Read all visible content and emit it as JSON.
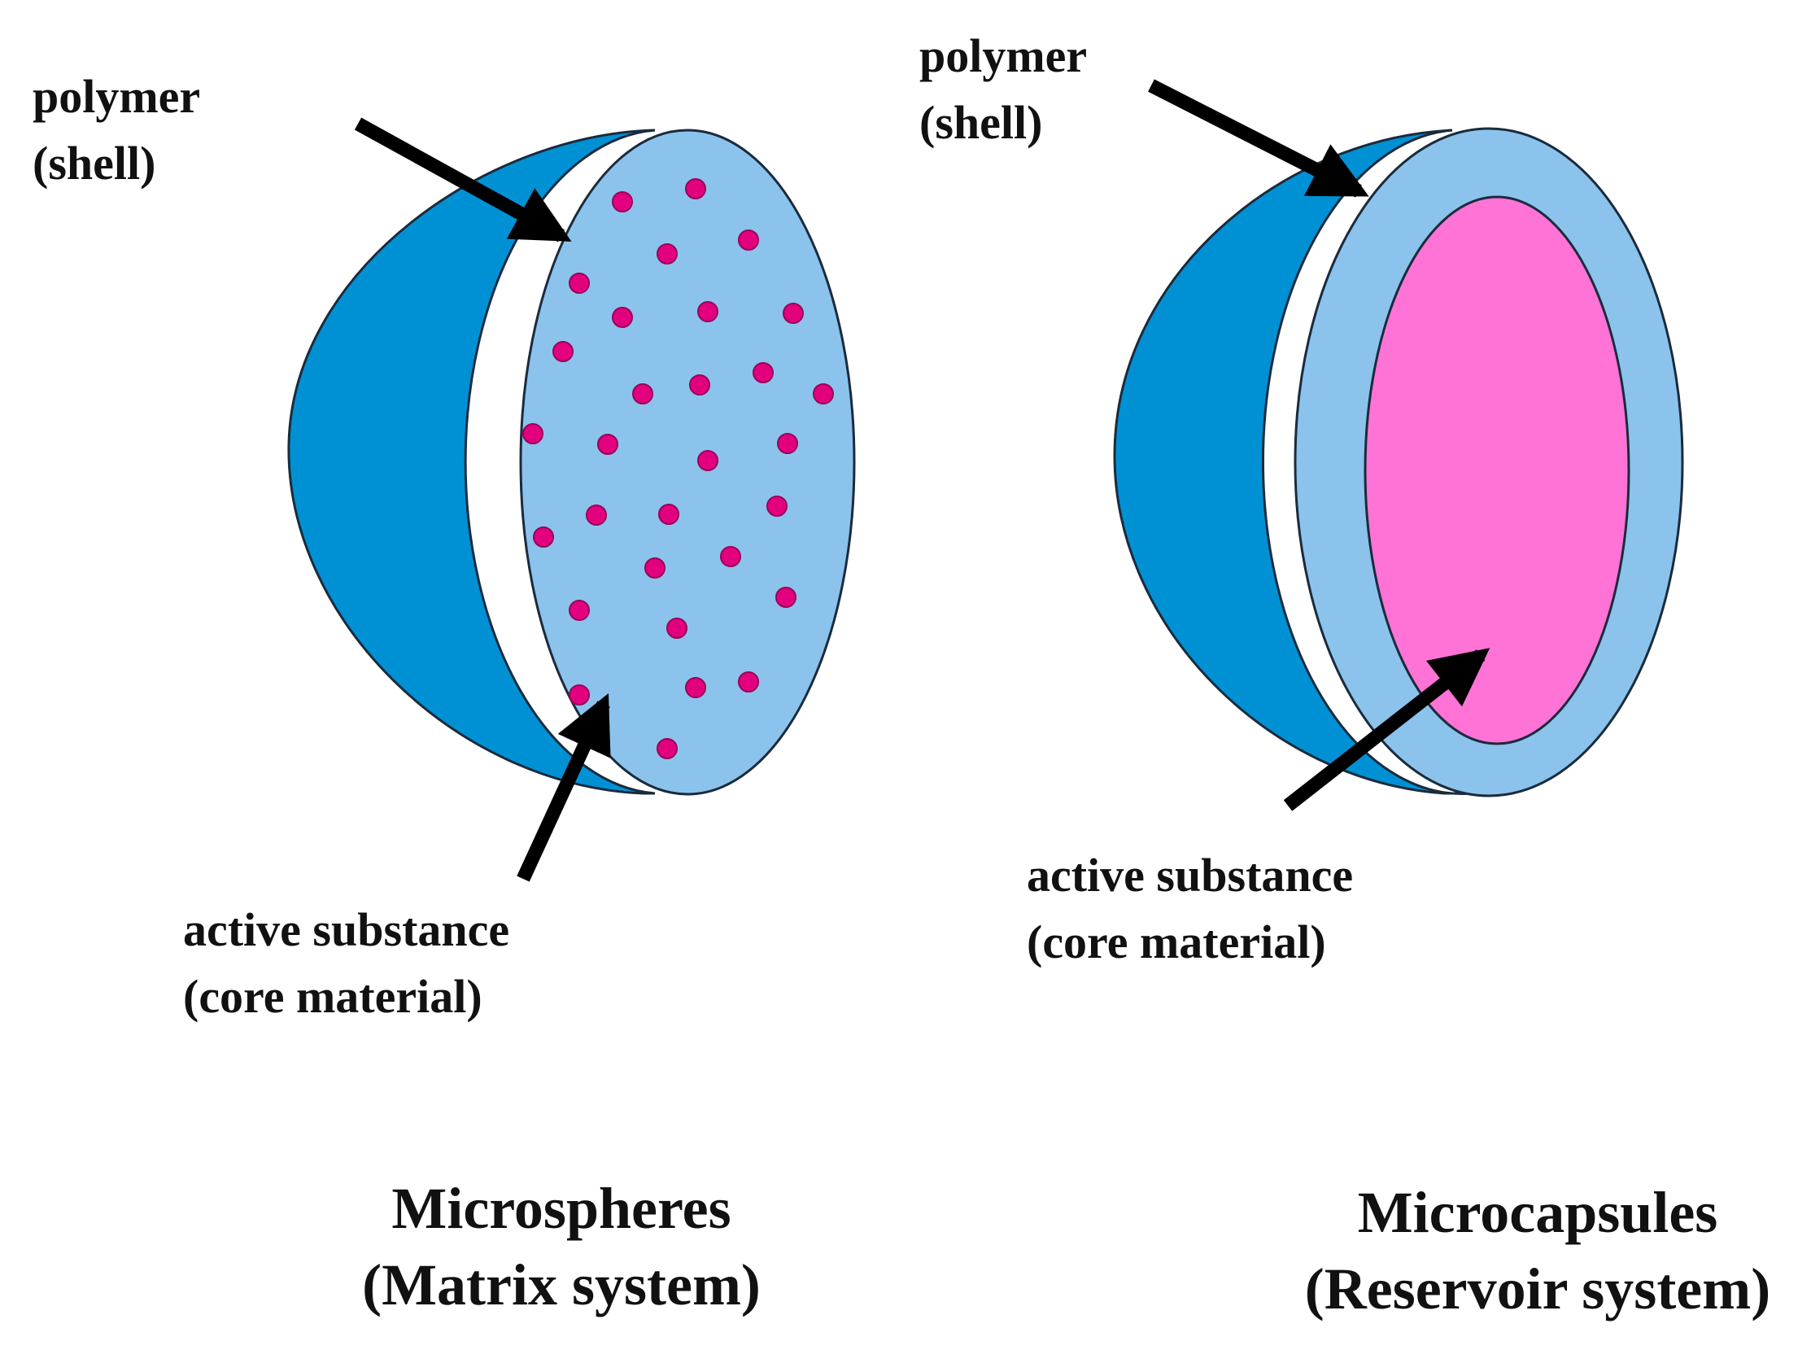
{
  "colors": {
    "outer_shell": "#0091D5",
    "cut_face": "#8BC3EC",
    "core_dots": "#E3007F",
    "core_fill": "#FF73D6",
    "outline": "#1A2B3C",
    "arrow": "#000000",
    "text": "#111111"
  },
  "left": {
    "shell_label": {
      "line1": "polymer",
      "line2": "(shell)"
    },
    "core_label": {
      "line1": "active substance",
      "line2": "(core material)"
    },
    "caption": {
      "line1": "Microspheres",
      "line2": "(Matrix system)"
    }
  },
  "right": {
    "shell_label": {
      "line1": "polymer",
      "line2": "(shell)"
    },
    "core_label": {
      "line1": "active substance",
      "line2": "(core material)"
    },
    "caption": {
      "line1": "Microcapsules",
      "line2": "(Reservoir system)"
    }
  }
}
